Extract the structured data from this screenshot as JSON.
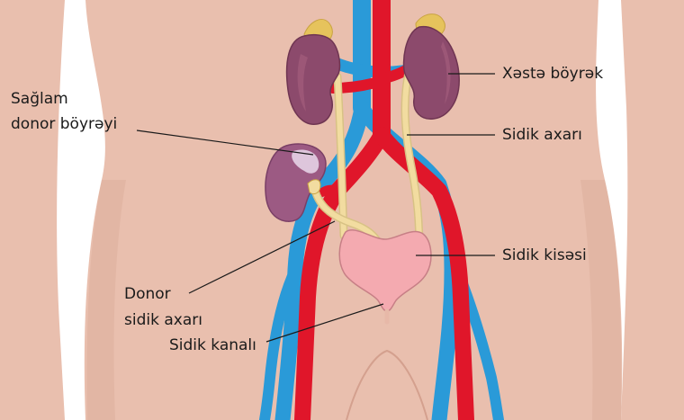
{
  "labels": {
    "diseased_kidney": "Xəstə böyrək",
    "healthy_donor_kidney_line1": "Sağlam",
    "healthy_donor_kidney_line2": "donor böyrəyi",
    "ureter": "Sidik axarı",
    "bladder": "Sidik kisəsi",
    "donor_ureter_line1": "Donor",
    "donor_ureter_line2": "sidik axarı",
    "urethra": "Sidik kanalı"
  },
  "colors": {
    "skin": "#e9bfae",
    "skin_dark": "#dcae9c",
    "kidney": "#8c4a6c",
    "donor_kidney": "#9c5a83",
    "adrenal": "#e6c35c",
    "ureter": "#f2dca0",
    "bladder": "#f4aab0",
    "artery": "#e0162a",
    "vein": "#2a9ad8"
  }
}
